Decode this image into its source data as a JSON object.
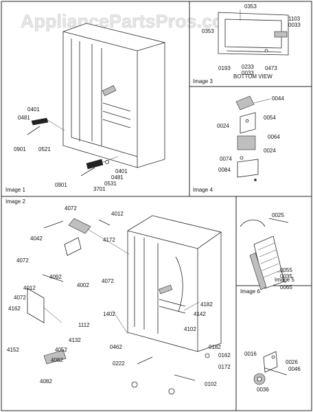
{
  "watermark": "AppliancePartsPros.com",
  "images": {
    "image1": {
      "title": "Image 1",
      "labels": [
        "0401",
        "0481",
        "0901",
        "0521",
        "0401",
        "0481",
        "0531",
        "0901",
        "3701"
      ]
    },
    "image2": {
      "title": "Image 2",
      "labels": [
        "4072",
        "4012",
        "4042",
        "4172",
        "4072",
        "4092",
        "4002",
        "4072",
        "4012",
        "4072",
        "4162",
        "4132",
        "4152",
        "4052",
        "4082",
        "4082",
        "1402",
        "1112",
        "0462",
        "4182",
        "4142",
        "4102",
        "0222",
        "0182",
        "0162",
        "0172",
        "0102"
      ]
    },
    "image3": {
      "title": "Image 3",
      "subtitle": "BOTTOM VIEW",
      "labels": [
        "0353",
        "1103",
        "0033",
        "0353",
        "0193",
        "0233",
        "0033",
        "0473"
      ]
    },
    "image4": {
      "title": "Image 4",
      "labels": [
        "0044",
        "0054",
        "0024",
        "0064",
        "0024",
        "0074",
        "0084"
      ]
    },
    "image5": {
      "title": "Image 5",
      "labels": [
        "0025",
        "0055",
        "0035",
        "0065"
      ]
    },
    "image6": {
      "title": "Image 6",
      "labels": [
        "0016",
        "0026",
        "0046",
        "0036"
      ]
    }
  }
}
